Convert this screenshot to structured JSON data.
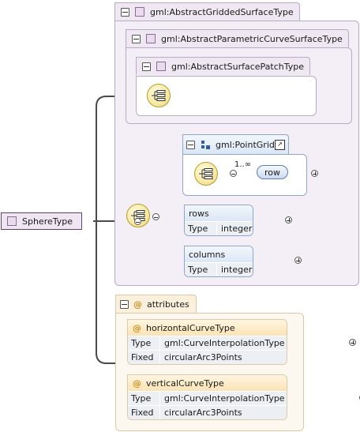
{
  "root": {
    "label": "SphereType"
  },
  "base_types": [
    {
      "label": "gml:AbstractGriddedSurfaceType"
    },
    {
      "label": "gml:AbstractParametricCurveSurfaceType"
    },
    {
      "label": "gml:AbstractSurfacePatchType"
    }
  ],
  "point_grid": {
    "label": "gml:PointGrid",
    "row_cardinality": "1..∞",
    "row_label": "row"
  },
  "elements": [
    {
      "name": "rows",
      "type_key": "Type",
      "type_value": "integer"
    },
    {
      "name": "columns",
      "type_key": "Type",
      "type_value": "integer"
    }
  ],
  "attributes": {
    "label": "attributes",
    "items": [
      {
        "name": "horizontalCurveType",
        "type_key": "Type",
        "type_value": "gml:CurveInterpolationType",
        "fixed_key": "Fixed",
        "fixed_value": "circularArc3Points"
      },
      {
        "name": "verticalCurveType",
        "type_key": "Type",
        "type_value": "gml:CurveInterpolationType",
        "fixed_key": "Fixed",
        "fixed_value": "circularArc3Points"
      }
    ]
  },
  "colors": {
    "type_fill": "#f4eff6",
    "element_fill": "#dbe7f5",
    "attribute_fill": "#fbe3b4",
    "connector": "#444444"
  }
}
